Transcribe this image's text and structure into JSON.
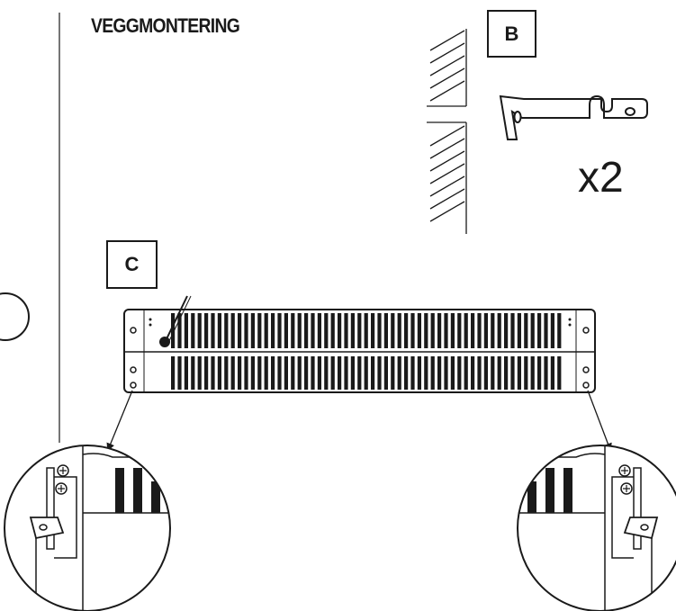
{
  "heading": "VEGGMONTERING",
  "labels": {
    "b": "B",
    "c": "C",
    "side_c": "C"
  },
  "bracket_quantity": "x2",
  "colors": {
    "ink": "#1a1a1a",
    "paper": "#ffffff"
  }
}
